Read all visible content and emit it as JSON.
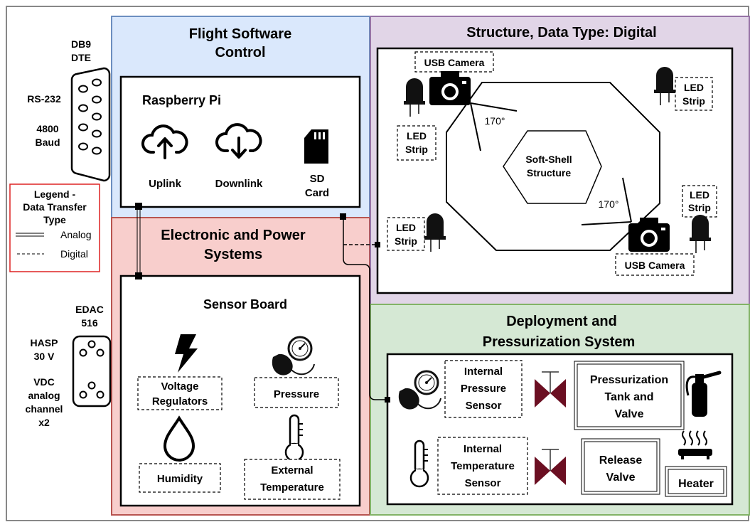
{
  "connectors": {
    "db9": {
      "title_line1": "DB9",
      "title_line2": "DTE",
      "label1": "RS-232",
      "label2_line1": "4800",
      "label2_line2": "Baud"
    },
    "edac": {
      "title_line1": "EDAC",
      "title_line2": "516",
      "label1_line1": "HASP",
      "label1_line2": "30 V",
      "label2_line1": "VDC",
      "label2_line2": "analog",
      "label2_line3": "channel",
      "label2_line4": "x2"
    }
  },
  "legend": {
    "title_line1": "Legend -",
    "title_line2": "Data Transfer",
    "title_line3": "Type",
    "analog": "Analog",
    "digital": "Digital"
  },
  "flight_software": {
    "title_line1": "Flight Software",
    "title_line2": "Control",
    "box_title": "Raspberry Pi",
    "uplink": "Uplink",
    "downlink": "Downlink",
    "sd_line1": "SD",
    "sd_line2": "Card"
  },
  "electronic": {
    "title_line1": "Electronic and Power",
    "title_line2": "Systems",
    "box_title": "Sensor Board",
    "voltage_line1": "Voltage",
    "voltage_line2": "Regulators",
    "pressure": "Pressure",
    "humidity": "Humidity",
    "ext_temp_line1": "External",
    "ext_temp_line2": "Temperature"
  },
  "structure": {
    "title": "Structure, Data Type: Digital",
    "usb_camera": "USB Camera",
    "led_line1": "LED",
    "led_line2": "Strip",
    "angle": "170°",
    "soft_shell_line1": "Soft-Shell",
    "soft_shell_line2": "Structure"
  },
  "deployment": {
    "title_line1": "Deployment and",
    "title_line2": "Pressurization System",
    "internal_pressure_line1": "Internal",
    "internal_pressure_line2": "Pressure",
    "internal_pressure_line3": "Sensor",
    "internal_temp_line1": "Internal",
    "internal_temp_line2": "Temperature",
    "internal_temp_line3": "Sensor",
    "tank_line1": "Pressurization",
    "tank_line2": "Tank and",
    "tank_line3": "Valve",
    "release_line1": "Release",
    "release_line2": "Valve",
    "heater": "Heater"
  },
  "colors": {
    "flight_fill": "#dae8fc",
    "flight_stroke": "#6c8ebf",
    "electronic_fill": "#f8cecc",
    "electronic_stroke": "#b85450",
    "structure_fill": "#e1d5e7",
    "structure_stroke": "#9673a6",
    "deployment_fill": "#d5e8d4",
    "deployment_stroke": "#82b366",
    "legend_stroke": "#dd2222",
    "valve": "#6b0f22"
  },
  "icons": [
    "cloud-upload-icon",
    "cloud-download-icon",
    "sd-card-icon",
    "lightning-icon",
    "pressure-gauge-icon",
    "water-drop-icon",
    "thermometer-icon",
    "camera-icon",
    "led-icon",
    "valve-icon",
    "fire-extinguisher-icon",
    "heater-icon"
  ]
}
